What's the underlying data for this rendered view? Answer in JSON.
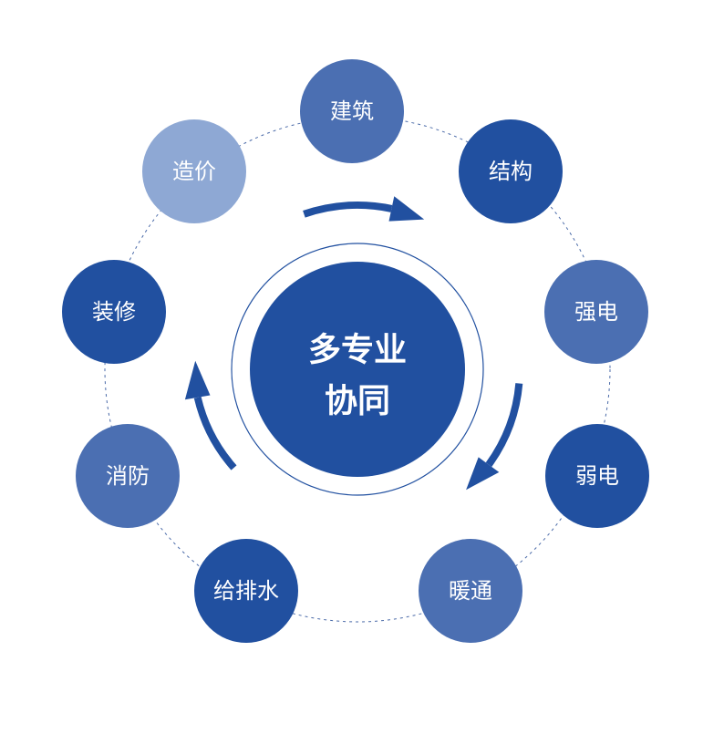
{
  "center": {
    "line1": "多专业",
    "line2": "协同",
    "color": "#2150a0",
    "ring_color": "#2150a0"
  },
  "ring": {
    "color": "#4a6aa8"
  },
  "arrows": {
    "color": "#2150a0"
  },
  "nodes": [
    {
      "label": "建筑",
      "color": "#4b6fb2"
    },
    {
      "label": "结构",
      "color": "#2150a0"
    },
    {
      "label": "强电",
      "color": "#4b6fb2"
    },
    {
      "label": "弱电",
      "color": "#2150a0"
    },
    {
      "label": "暖通",
      "color": "#4b6fb2"
    },
    {
      "label": "给排水",
      "color": "#2150a0"
    },
    {
      "label": "消防",
      "color": "#4b6fb2"
    },
    {
      "label": "装修",
      "color": "#2150a0"
    },
    {
      "label": "造价",
      "color": "#8ea8d4"
    }
  ]
}
